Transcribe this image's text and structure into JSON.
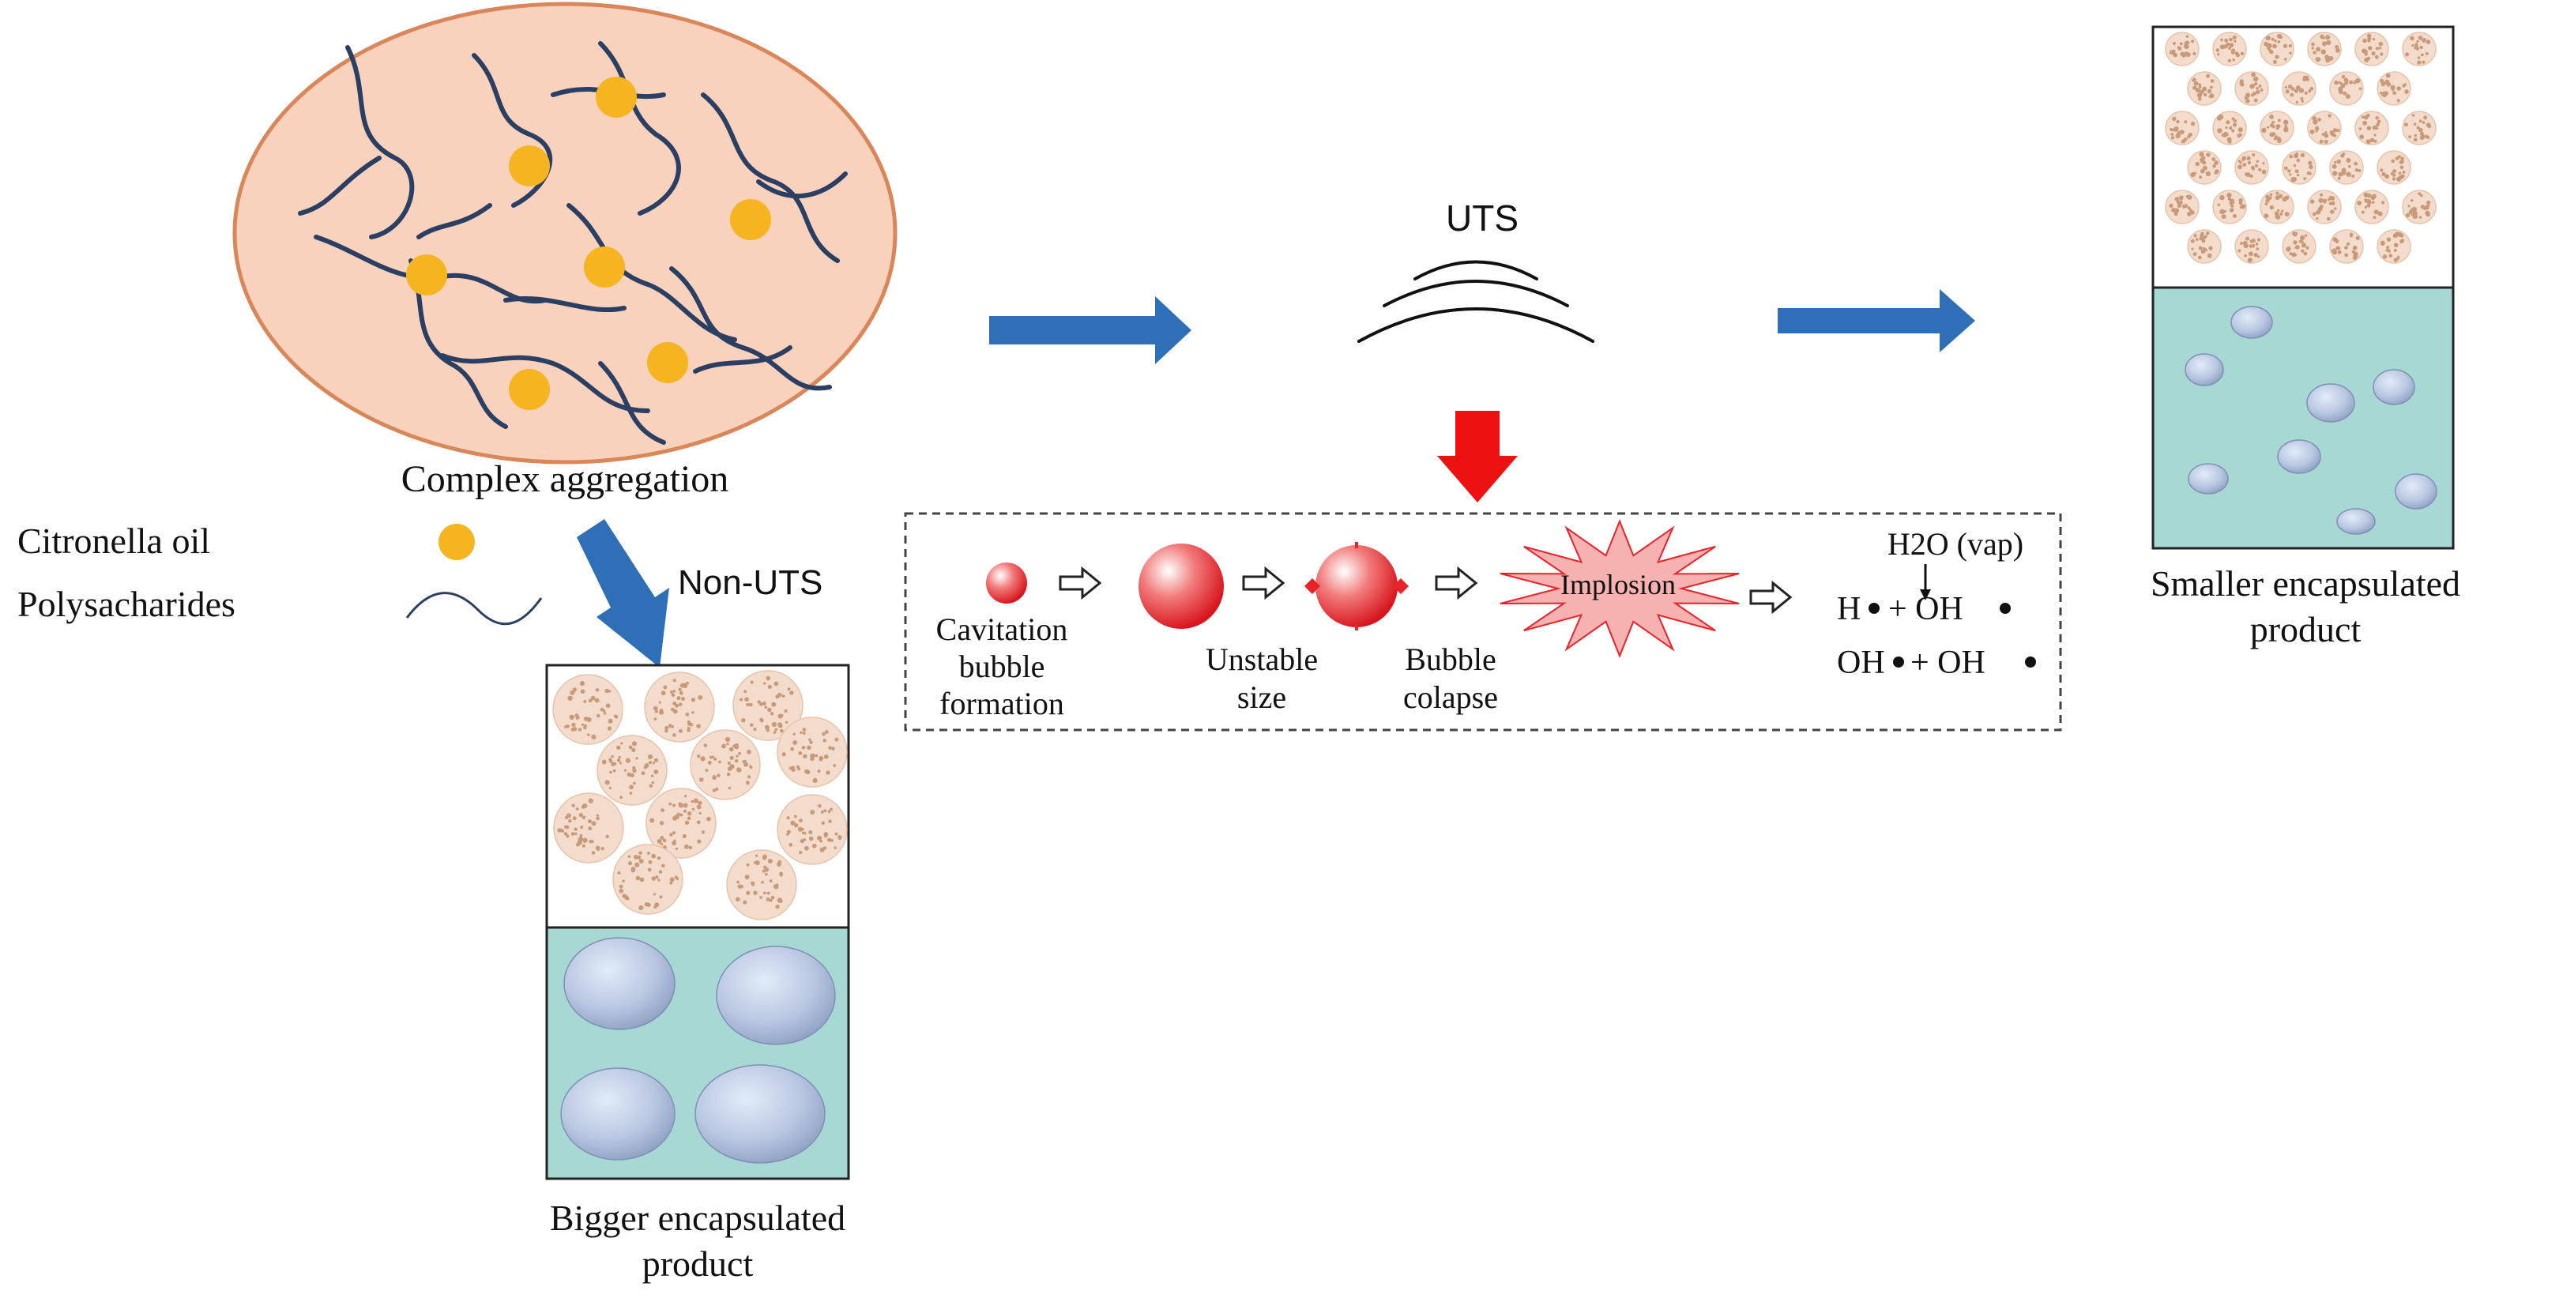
{
  "colors": {
    "blue_arrow": "#2f6fb8",
    "red_arrow": "#ee1111",
    "aggregate_fill": "#f8d2bd",
    "aggregate_stroke": "#d9875a",
    "chain": "#2b3f63",
    "oil_drop": "#f6b520",
    "photo_bg": "#a8d8d3",
    "particle_fill": "#f3dccb",
    "particle_dot": "#c99a7a",
    "bubble": "#e8232a",
    "implosion_fill": "#f6b1b1",
    "implosion_stroke": "#e8232a"
  },
  "aggregate": {
    "label": "Complex aggregation"
  },
  "legend": {
    "oil_label": "Citronella oil",
    "polysaccharide_label": "Polysacharides"
  },
  "non_uts": {
    "label": "Non-UTS"
  },
  "uts": {
    "label": "UTS"
  },
  "bigger_product": {
    "line1": "Bigger encapsulated",
    "line2": "product"
  },
  "smaller_product": {
    "line1": "Smaller encapsulated",
    "line2": "product"
  },
  "cavitation": {
    "formation": {
      "line1": "Cavitation",
      "line2": "bubble",
      "line3": "formation"
    },
    "unstable": {
      "line1": "Unstable",
      "line2": "size"
    },
    "collapse": {
      "line1": "Bubble",
      "line2": "colapse"
    },
    "implosion": "Implosion",
    "vapor": "H2O (vap)",
    "reaction1": {
      "a": "H",
      "plus": "+ OH"
    },
    "reaction2": {
      "a": "OH",
      "plus": "+ OH"
    }
  }
}
